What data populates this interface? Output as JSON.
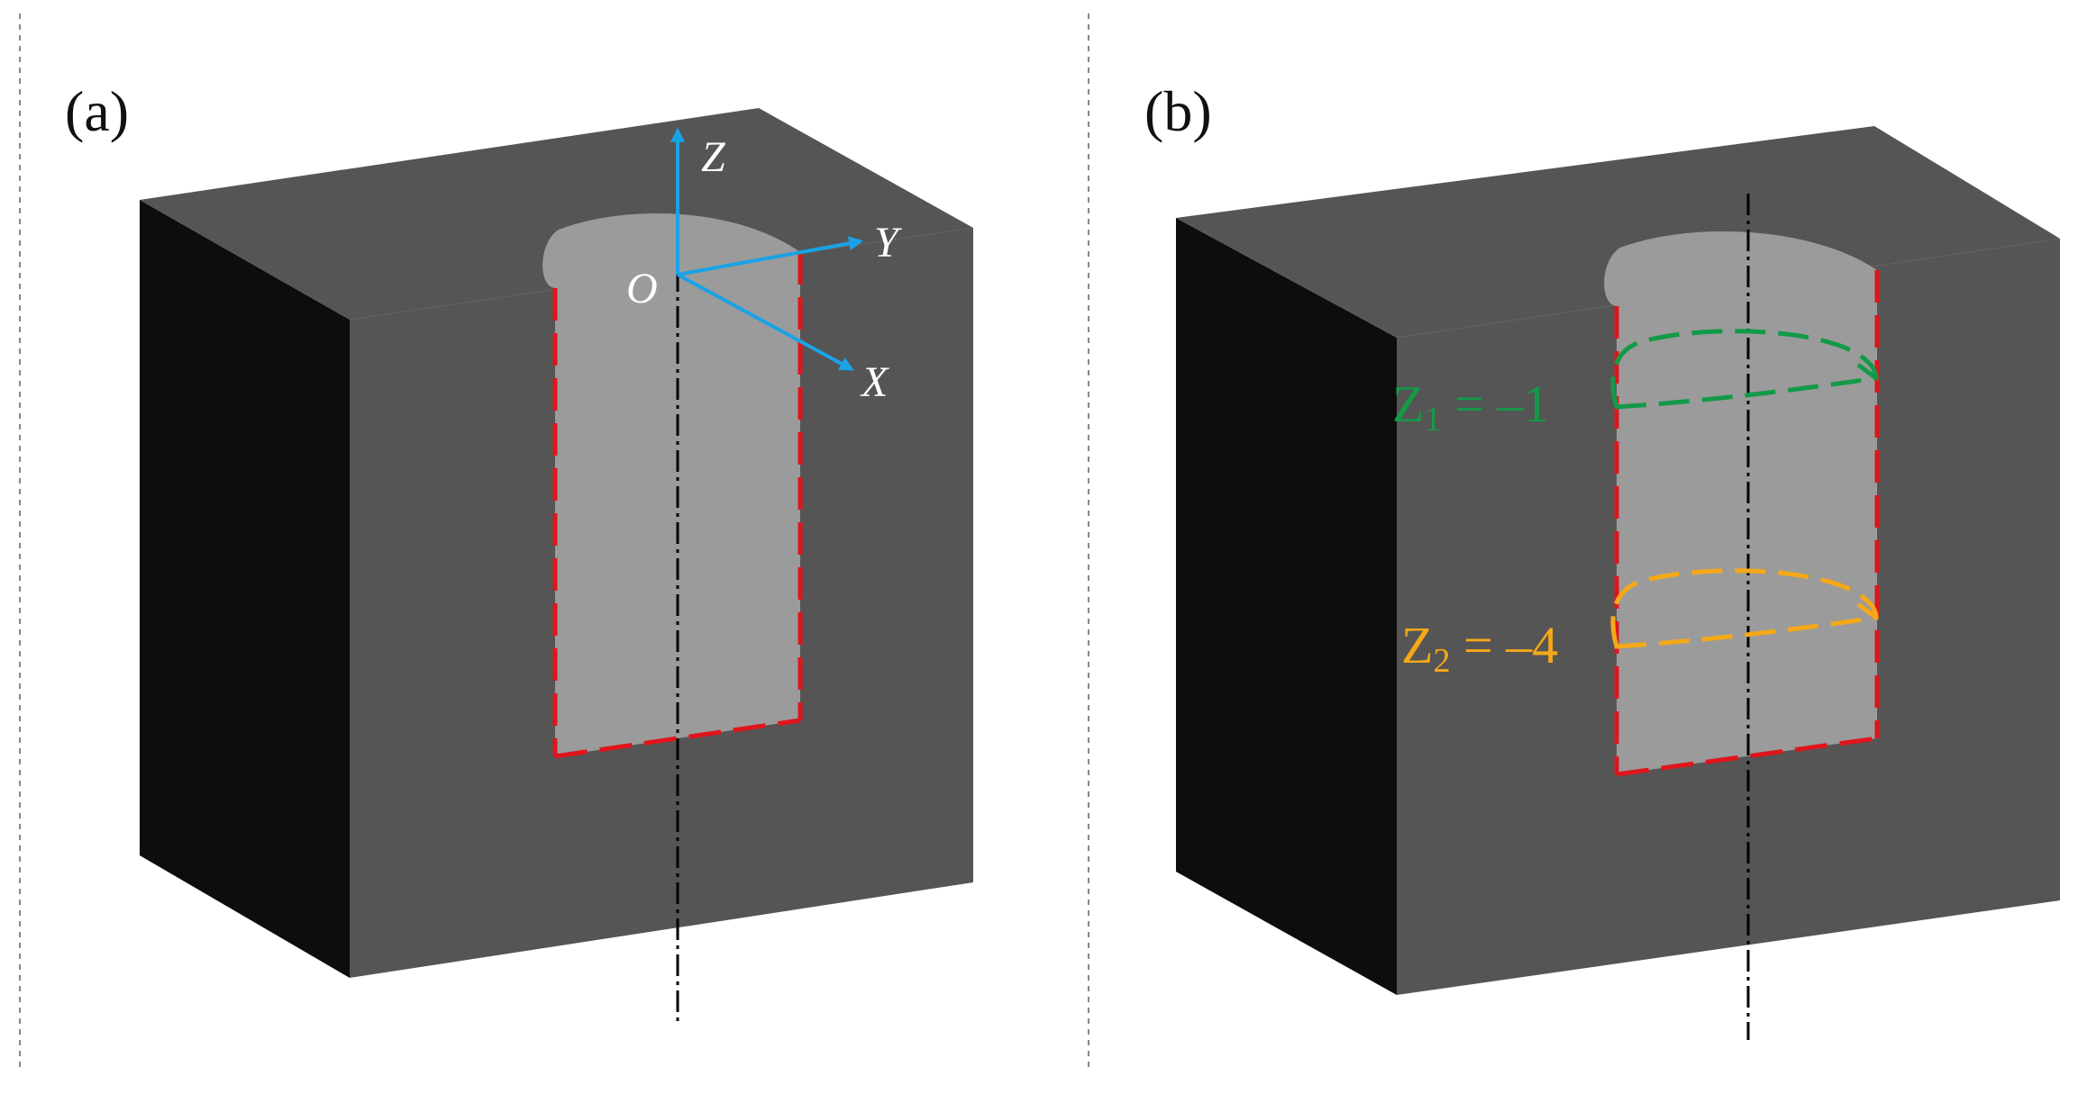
{
  "panel_a": {
    "label": "(a)",
    "axes": {
      "z": "Z",
      "y": "Y",
      "x": "X",
      "origin": "O"
    }
  },
  "panel_b": {
    "label": "(b)",
    "section_1": {
      "prefix": "Z",
      "sub": "1",
      "suffix": " = –1"
    },
    "section_2": {
      "prefix": "Z",
      "sub": "2",
      "suffix": " = –4"
    }
  },
  "colors": {
    "block_front": "#555555",
    "block_side": "#0d0d0c",
    "cutout": "#9b9b9b",
    "edge_dash": "#e0151b",
    "axis_arrow": "#19a3e6",
    "section_1": "#139a48",
    "section_2": "#f5a818",
    "centerline": "#000000"
  }
}
